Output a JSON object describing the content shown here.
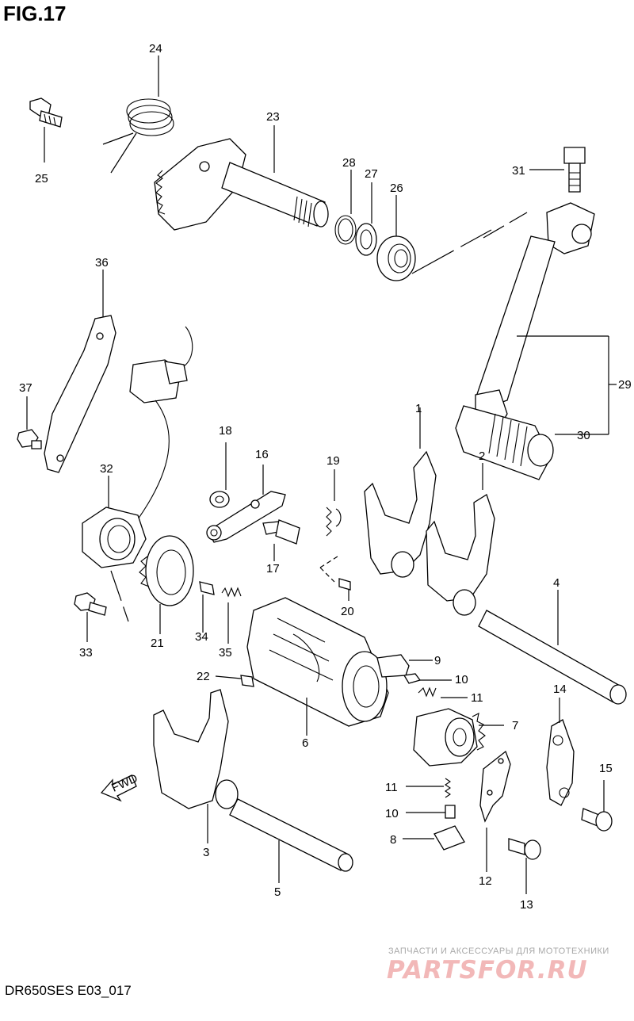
{
  "figure": {
    "title": "FIG.17",
    "code": "DR650SES E03_017"
  },
  "watermark": {
    "caption": "ЗАПЧАСТИ И АКСЕССУАРЫ ДЛЯ МОТОТЕХНИКИ",
    "logo": "PARTSFOR.RU"
  },
  "direction_label": "FWD",
  "callouts": [
    "1",
    "2",
    "3",
    "4",
    "5",
    "6",
    "7",
    "8",
    "9",
    "10",
    "10",
    "11",
    "11",
    "12",
    "13",
    "14",
    "15",
    "16",
    "17",
    "18",
    "19",
    "20",
    "21",
    "22",
    "23",
    "24",
    "25",
    "26",
    "27",
    "28",
    "29",
    "30",
    "31",
    "32",
    "33",
    "34",
    "35",
    "36",
    "37"
  ],
  "colors": {
    "line": "#000000",
    "watermark_logo": "#f2b8b8",
    "watermark_text": "#a9a9a9"
  }
}
